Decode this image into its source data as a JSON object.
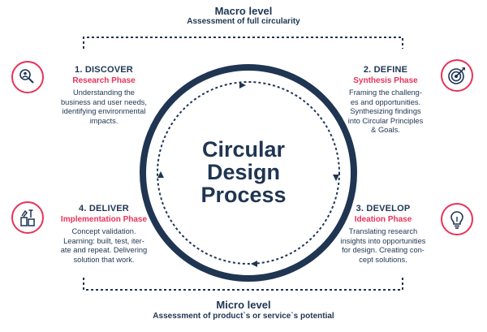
{
  "macro": {
    "title": "Macro level",
    "subtitle": "Assessment of full circularity"
  },
  "micro": {
    "title": "Micro level",
    "subtitle": "Assessment of product`s or service`s potential"
  },
  "center": {
    "line1": "Circular",
    "line2": "Design",
    "line3": "Process"
  },
  "stages": [
    {
      "title": "1. DISCOVER",
      "phase": "Research Phase",
      "desc": [
        "Understanding the",
        "business and user needs,",
        "identifying environmental",
        "impacts."
      ],
      "icon": "search-person-icon"
    },
    {
      "title": "2. DEFINE",
      "phase": "Synthesis Phase",
      "desc": [
        "Framing the challeng-",
        "es and opportunities.",
        "Synthesizing findings",
        "into Circular Principles",
        "& Goals."
      ],
      "icon": "target-icon"
    },
    {
      "title": "3. DEVELOP",
      "phase": "Ideation Phase",
      "desc": [
        "Translating research",
        "insights into opportunities",
        "for design. Creating con-",
        "cept solutions."
      ],
      "icon": "lightbulb-icon"
    },
    {
      "title": "4. DELIVER",
      "phase": "Implementation Phase",
      "desc": [
        "Concept validation.",
        "Learning: built, test, iter-",
        "ate and repeat. Delivering",
        "solution that work."
      ],
      "icon": "tools-icon"
    }
  ],
  "colors": {
    "navy": "#1f3552",
    "accent": "#e8325a"
  }
}
